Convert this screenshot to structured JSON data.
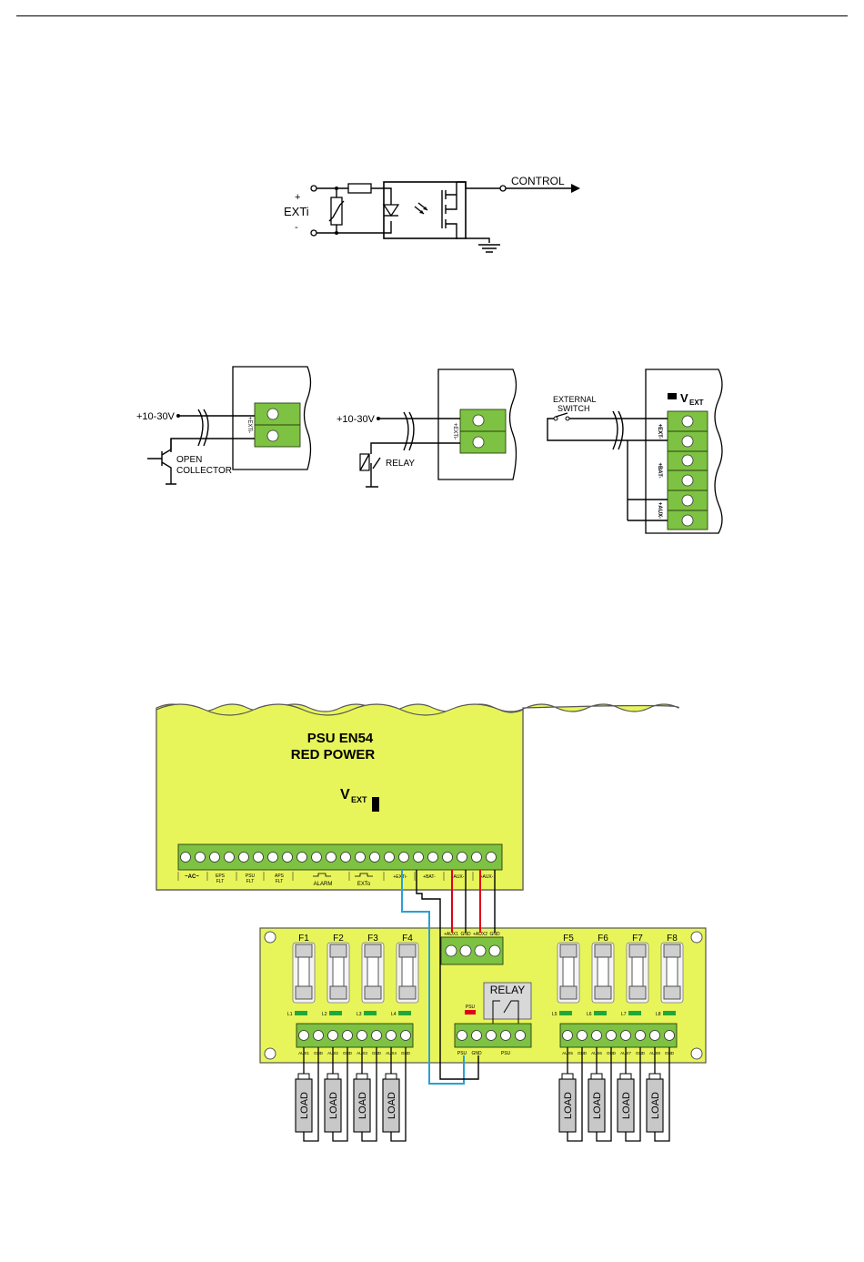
{
  "fig1": {
    "ext_label": "EXTi",
    "plus": "+",
    "minus": "-",
    "control": "CONTROL"
  },
  "fig2": {
    "a": {
      "voltage": "+10-30V",
      "term_label": "+EXTi-",
      "device": [
        "OPEN",
        "COLLECTOR"
      ]
    },
    "b": {
      "voltage": "+10-30V",
      "term_label": "+EXTi-",
      "device": "RELAY"
    },
    "c": {
      "switch": [
        "EXTERNAL",
        "SWITCH"
      ],
      "vext_v": "V",
      "vext_sub": "EXT",
      "terms": [
        "+EXT-",
        "+BAT-",
        "+AUX-"
      ]
    }
  },
  "fig3": {
    "psu_title_1": "PSU EN54",
    "psu_title_2": "RED POWER",
    "vext_v": "V",
    "vext_sub": "EXT",
    "psu_terms": [
      "~AC~",
      "EPS",
      "FLT",
      "PSU",
      "FLT",
      "APS",
      "FLT",
      "ALARM",
      "EXTo",
      "+EXTi-",
      "+BAT-",
      "+AUX-",
      "+AUX-"
    ],
    "fuses": [
      "F1",
      "F2",
      "F3",
      "F4",
      "F5",
      "F6",
      "F7",
      "F8"
    ],
    "leds": [
      "L1",
      "L2",
      "L3",
      "L4",
      "L5",
      "L6",
      "L7",
      "L8"
    ],
    "relay": "RELAY",
    "psu_led": "PSU",
    "psu_term": "PSU",
    "input_terms": [
      "+AUX1",
      "GND",
      "+AUX2",
      "GND"
    ],
    "out_terms": [
      "AUX1",
      "GND",
      "AUX2",
      "GND",
      "AUX3",
      "GND",
      "AUX4",
      "GND",
      "AUX5",
      "GND",
      "AUX6",
      "GND",
      "AUX7",
      "GND",
      "AUX8",
      "GND"
    ],
    "psu_out": [
      "PSU",
      "GND"
    ],
    "load": "LOAD",
    "colors": {
      "board": "#e8f55a",
      "terminal": "#7dc242",
      "wire_red": "#e0001a",
      "wire_blue": "#2b9fd6",
      "led_green": "#1fa83a",
      "led_red": "#e0001a"
    }
  }
}
